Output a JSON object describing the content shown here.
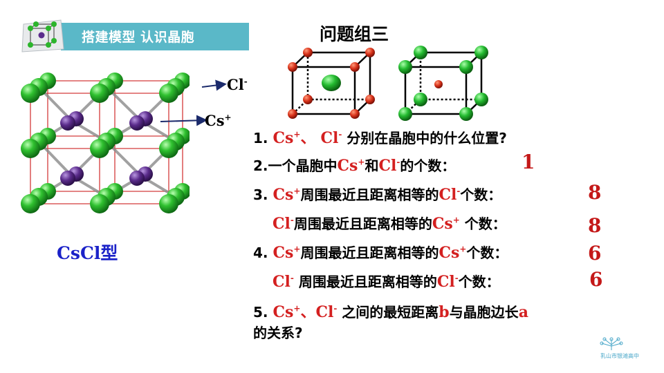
{
  "banner": {
    "title": "搭建模型 认识晶胞"
  },
  "group_title": "问题组三",
  "labels": {
    "cl": "Cl",
    "cl_sup": "-",
    "cs": "Cs",
    "cs_sup": "+"
  },
  "formula": "CsCl型",
  "questions": [
    {
      "num": "1.",
      "p1": "Cs",
      "p1s": "+",
      "sep": "、",
      "p2": "Cl",
      "p2s": "-",
      "tail": " 分别在晶胞中的什么位置?"
    },
    {
      "num": "2.",
      "pre": "一个晶胞中",
      "p1": "Cs",
      "p1s": "+",
      "mid": "和",
      "p2": "Cl",
      "p2s": "-",
      "tail": "的个数：",
      "answer": "1"
    },
    {
      "num": "3.",
      "p1": "Cs",
      "p1s": "+",
      "mid": "周围最近且距离相等的",
      "p2": "Cl",
      "p2s": "-",
      "tail": "个数：",
      "answer": "8"
    },
    {
      "num": "",
      "p1": "Cl",
      "p1s": "-",
      "mid": "周围最近且距离相等的",
      "p2": "Cs",
      "p2s": "+",
      "tail": " 个数：",
      "answer": "8"
    },
    {
      "num": "4.",
      "p1": "Cs",
      "p1s": "+",
      "mid": "周围最近且距离相等的",
      "p2": "Cs",
      "p2s": "+",
      "tail": "个数：",
      "answer": "6"
    },
    {
      "num": "",
      "p1": "Cl",
      "p1s": "-",
      "mid": " 周围最近且距离相等的",
      "p2": "Cl",
      "p2s": "-",
      "tail": "个数：",
      "answer": "6"
    },
    {
      "num": "5.",
      "p1": "Cs",
      "p1s": "+",
      "sep": "、",
      "p2": "Cl",
      "p2s": "-",
      "mid": " 之间的最短距离",
      "b": "b",
      "mid2": "与晶胞边长",
      "a": "a",
      "line2": "的关系?"
    }
  ],
  "logo_text": "乳山市银滩高中",
  "colors": {
    "banner": "#5ab8c8",
    "cl_atom": "#22b02a",
    "cs_atom": "#5b2c8c",
    "accent_red": "#d42020",
    "formula_blue": "#1b22c8"
  }
}
